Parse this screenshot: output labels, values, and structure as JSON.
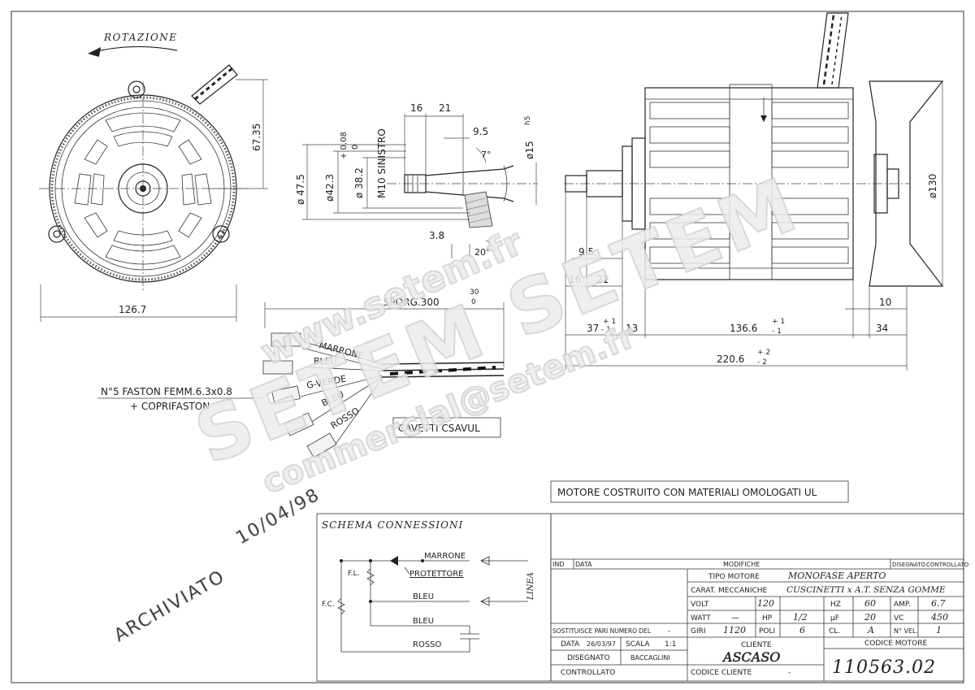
{
  "drawing": {
    "rotation_label": "ROTAZIONE",
    "front_view": {
      "dim_height": "67.35",
      "dim_width": "126.7"
    },
    "shaft_detail": {
      "dims": [
        "16",
        "21",
        "9.5",
        "ø 47.5",
        "ø42.3",
        "ø 38.2",
        "+ 0.08",
        "0",
        "ø15",
        "h5",
        "7°",
        "3.8",
        "20°"
      ],
      "thread_label": "M10 SINISTRO"
    },
    "side_view": {
      "dim_diameter": "ø130",
      "dims": [
        "9.5",
        "16",
        "21",
        "37",
        "- 1",
        "+ 1",
        "13",
        "136.6",
        "+ 1",
        "- 1",
        "10",
        "34",
        "220.6",
        "+ 2",
        "- 2"
      ]
    },
    "wiring": {
      "lead_length": "SPORG.300",
      "lead_tol_top": "30",
      "lead_tol_bottom": "0",
      "wires": [
        "MARRONE",
        "BLEU",
        "G-VERDE",
        "BLEU",
        "ROSSO"
      ],
      "faston_line1": "N°5 FASTON FEMM.6.3x0.8",
      "faston_line2": "+ COPRIFASTON",
      "cable_label": "CAVETTI CSAVUL"
    },
    "ul_note": "MOTORE COSTRUITO CON MATERIALI OMOLOGATI UL",
    "archive_stamp": "ARCHIVIATO",
    "archive_date": "10/04/98"
  },
  "watermark": {
    "site": "www.setem.fr",
    "brand": "SETEM SETEM",
    "email": "commercial@setem.fr"
  },
  "schema": {
    "title": "SCHEMA CONNESSIONI",
    "labels": [
      "MARRONE",
      "PROTETTORE",
      "BLEU",
      "BLEU",
      "ROSSO",
      "F.L.",
      "F.C.",
      "LINEA"
    ]
  },
  "title_block": {
    "headers": {
      "ind": "IND",
      "data": "DATA",
      "modifiche": "MODIFICHE",
      "disegnato": "DISEGNATO",
      "controllato": "CONTROLLATO"
    },
    "tipo_motore_label": "TIPO MOTORE",
    "tipo_motore": "MONOFASE APERTO",
    "carat_label": "CARAT. MECCANICHE",
    "carat": "CUSCINETTI x A.T. SENZA GOMME",
    "volt_label": "VOLT",
    "volt": "120",
    "hz_label": "HZ",
    "hz": "60",
    "amp_label": "AMP.",
    "amp": "6.7",
    "watt_label": "WATT",
    "watt": "—",
    "hp_label": "HP",
    "hp": "1/2",
    "uf_label": "µF",
    "uf": "20",
    "vc_label": "VC",
    "vc": "450",
    "giri_label": "GIRI",
    "giri": "1120",
    "poli_label": "POLI",
    "poli": "6",
    "cl_label": "CL.",
    "cl": "A",
    "nvel_label": "N° VEL.",
    "nvel": "1",
    "sostituisce_label": "SOSTITUISCE PARI NUMERO DEL",
    "sostituisce": "-",
    "data_label": "DATA",
    "data_value": "26/03/97",
    "scala_label": "SCALA",
    "scala_value": "1:1",
    "disegnato_label": "DISEGNATO",
    "disegnato_value": "BACCAGLINI",
    "controllato_label": "CONTROLLATO",
    "cliente_label": "CLIENTE",
    "cliente": "ASCASO",
    "codice_cliente_label": "CODICE CLIENTE",
    "codice_cliente": "-",
    "codice_motore_label": "CODICE MOTORE",
    "codice_motore": "110563.02"
  }
}
